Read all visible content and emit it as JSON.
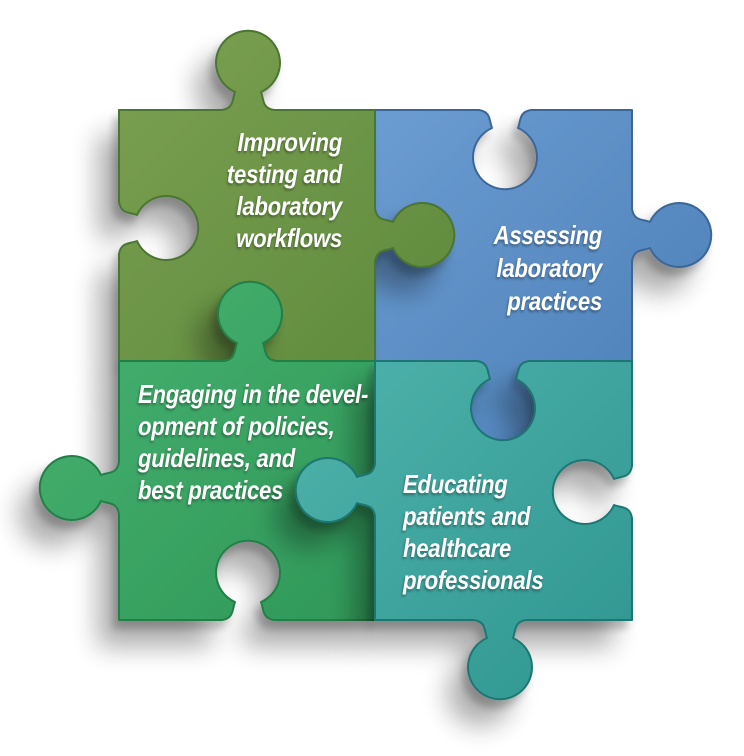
{
  "figure": {
    "type": "puzzle-diagram",
    "background": "#ffffff",
    "text_color": "#ffffff",
    "pieces": [
      {
        "name": "improving-testing-and-laboratory-workflows",
        "position": "top-left",
        "lines": [
          "Improving",
          "testing and",
          "laboratory",
          "workflows"
        ],
        "colors": {
          "light": "#7BA051",
          "base": "#5E8A3C",
          "edge": "#4C7530"
        }
      },
      {
        "name": "assessing-laboratory-practices",
        "position": "top-right",
        "lines": [
          "Assessing",
          "laboratory",
          "practices"
        ],
        "colors": {
          "light": "#6B9CD2",
          "base": "#4A7EB5",
          "edge": "#3A6697"
        }
      },
      {
        "name": "engaging-in-development-of-policies",
        "position": "bottom-left",
        "lines": [
          "Engaging in the devel-",
          "opment of policies,",
          "guidelines, and",
          "best practices"
        ],
        "colors": {
          "light": "#47B271",
          "base": "#2F9858",
          "edge": "#237F47"
        }
      },
      {
        "name": "educating-patients-and-healthcare-professionals",
        "position": "bottom-right",
        "lines": [
          "Educating",
          "patients and",
          "healthcare",
          "professionals"
        ],
        "colors": {
          "light": "#4FB3AC",
          "base": "#2F958F",
          "edge": "#1F7773"
        }
      }
    ]
  }
}
